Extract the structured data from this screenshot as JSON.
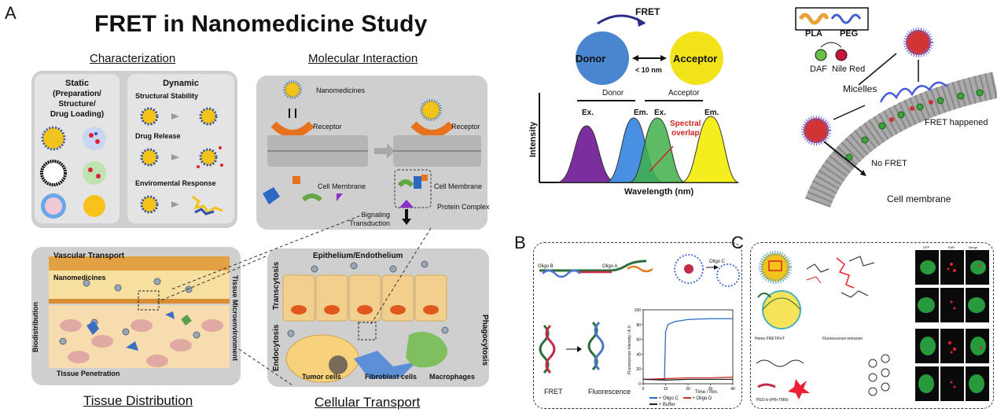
{
  "panel_a": {
    "letter": "A",
    "title": "FRET in Nanomedicine Study",
    "characterization": {
      "heading": "Characterization",
      "static_title": "Static",
      "static_sub1": "(Preparation/",
      "static_sub2": "Structure/",
      "static_sub3": "Drug Loading)",
      "dynamic_title": "Dynamic",
      "structural_stability": "Structural Stability",
      "drug_release": "Drug Release",
      "environmental_response": "Enviromental Response"
    },
    "molecular_interaction": {
      "heading": "Molecular Interaction",
      "nanomedicines": "Nanomedicines",
      "receptor": "Receptor",
      "cell_membrane": "Cell Membrane",
      "protein_complex": "Protein Complex",
      "signaling1": "Signaling",
      "signaling2": "Transduction"
    },
    "tissue_distribution": {
      "heading": "Tissue Distribution",
      "vascular_transport": "Vascular Transport",
      "nanomedicines": "Nanomedicines",
      "biodistribution": "Biodistribution",
      "tissue_microenvironment": "Tissue Microenvironment",
      "tissue_penetration": "Tissue Penetration"
    },
    "cellular_transport": {
      "heading": "Cellular Transport",
      "transcytosis": "Transcytosis",
      "endocytosis": "Endocytosis",
      "phagocytosis": "Phagocytosis",
      "epithelium": "Epithelium/Endothelium",
      "tumor_cells": "Tumor cells",
      "fibroblast_cells": "Fibroblast cells",
      "macrophages": "Macrophages"
    }
  },
  "fret_schematic": {
    "fret": "FRET",
    "donor": "Donor",
    "acceptor": "Acceptor",
    "distance": "< 10 nm",
    "donor_label": "Donor",
    "acceptor_label": "Acceptor",
    "ex": "Ex.",
    "em": "Em.",
    "spectral_overlap1": "Spectral",
    "spectral_overlap2": "overlap",
    "ylabel": "Intensity",
    "xlabel": "Wavelength (nm)"
  },
  "micelle_schematic": {
    "pla": "PLA",
    "peg": "PEG",
    "daf": "DAF",
    "nile_red": "Nile Red",
    "micelles": "Micelles",
    "fret_happened": "FRET happened",
    "no_fret": "No FRET",
    "cell_membrane": "Cell membrane"
  },
  "panel_b": {
    "letter": "B",
    "fret": "FRET",
    "fluorescence": "Fluorescence",
    "oligo_b": "Oligo B",
    "oligo_a": "Oligo A",
    "oligo_c": "Oligo C",
    "ylabel": "Fluorescence Intensity / A.U.",
    "xlabel": "Time / min.",
    "legend_oligo_c": "+ Oligo C",
    "legend_oligo_d": "+ Oligo D",
    "legend_buffer": "+ Buffer",
    "colors": {
      "oligo_c": "#2b6cc4",
      "oligo_d": "#d0312d",
      "buffer": "#222222"
    }
  },
  "panel_c": {
    "letter": "C",
    "homo_fret": "Homo FRET/FeT",
    "fluorescence_emission": "Fluorescence emission",
    "col1": "GFP",
    "col2": "RdR",
    "col3": "Merge",
    "peo_label": "PEO-b-(PR+TMR)"
  },
  "chart_data": {
    "type": "line",
    "xlabel": "Time / min.",
    "ylabel": "Fluorescence Intensity / A.U.",
    "xlim": [
      0,
      40
    ],
    "ylim": [
      0,
      100
    ],
    "x_ticks": [
      0,
      10,
      20,
      30,
      40
    ],
    "y_ticks": [
      0,
      20,
      40,
      60,
      80,
      100
    ],
    "legend": "bottom",
    "series": [
      {
        "name": "+ Oligo C",
        "x": [
          0,
          9.5,
          10,
          11,
          14,
          20,
          30,
          40
        ],
        "values": [
          6,
          6,
          70,
          80,
          84,
          87,
          88,
          88
        ]
      },
      {
        "name": "+ Oligo D",
        "x": [
          0,
          10,
          20,
          30,
          40
        ],
        "values": [
          6,
          7,
          8,
          8,
          9
        ]
      },
      {
        "name": "+ Buffer",
        "x": [
          0,
          10,
          20,
          30,
          40
        ],
        "values": [
          6,
          5,
          6,
          6,
          6
        ]
      }
    ]
  }
}
